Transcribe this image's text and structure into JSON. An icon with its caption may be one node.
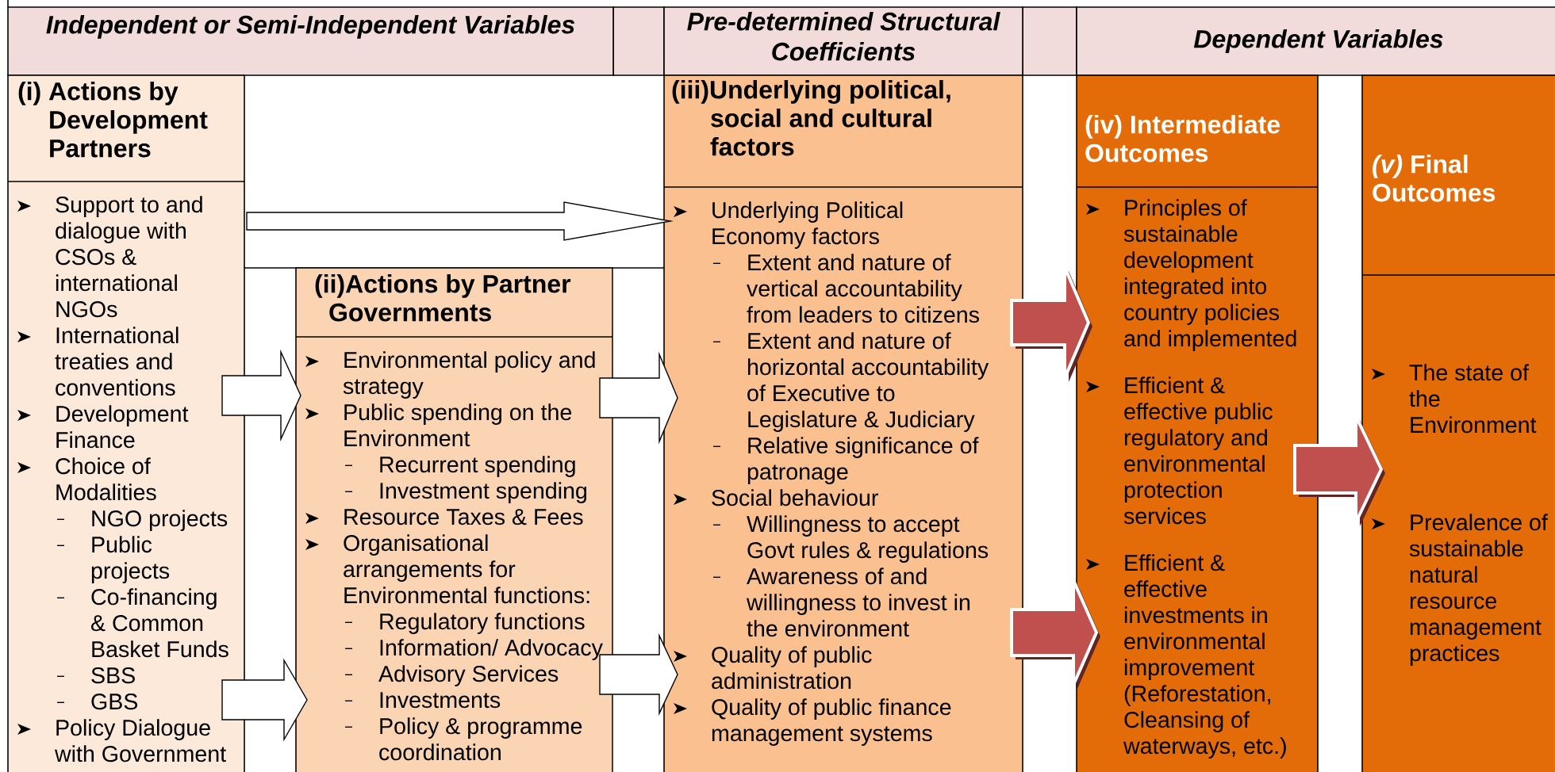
{
  "diagram": {
    "nodes": [
      {
        "text": [
          "Independent or Semi-Independent Variables"
        ]
      },
      {
        "text": [
          "Pre-determined Structural Coefficients"
        ]
      },
      {
        "text": [
          "Dependent Variables"
        ]
      },
      {
        "text": [
          "(i) Actions by Development Partners",
          "Support to and dialogue with CSOs & international NGOs",
          "International treaties and conventions",
          "Development Finance",
          "Choice of Modalities",
          "NGO projects",
          "Public projects",
          "Co-financing & Common Basket Funds",
          "SBS",
          "GBS",
          "Policy Dialogue with Government"
        ]
      },
      {
        "text": [
          "(ii)Actions by Partner Governments",
          "Environmental policy and strategy",
          "Public spending on the Environment",
          "Recurrent spending",
          "Investment spending",
          "Resource Taxes & Fees",
          "Organisational arrangements for Environmental functions:",
          "Regulatory functions",
          "Information/ Advocacy",
          "Advisory Services",
          "Investments",
          "Policy & programme coordination"
        ]
      },
      {
        "text": [
          "(iii)Underlying political, social and cultural factors",
          "Underlying Political Economy factors",
          "Extent and nature of vertical accountability from leaders to citizens",
          "Extent and nature of horizontal accountability of Executive to Legislature & Judiciary",
          "Relative significance of patronage",
          "Social behaviour",
          "Willingness to accept Govt rules & regulations",
          "Awareness of and willingness to invest in the environment",
          "Quality of public administration",
          "Quality of public finance management systems"
        ]
      },
      {
        "text": [
          "(iv) Intermediate Outcomes",
          "Principles of sustainable development integrated into country policies and implemented",
          "Efficient & effective public regulatory and environmental protection services",
          "Efficient & effective investments in environmental improvement (Reforestation, Cleansing of waterways, etc.)"
        ]
      },
      {
        "text": [
          "*(v)* Final Outcomes",
          "The state of the Environment",
          "Prevalence of sustainable natural resource management practices"
        ]
      }
    ],
    "edges": [
      {
        "from": 3,
        "to": 5,
        "arrow": "to"
      },
      {
        "from": 3,
        "to": 4,
        "arrow": "to"
      },
      {
        "from": 3,
        "to": 4,
        "arrow": "to"
      },
      {
        "from": 4,
        "to": 5,
        "arrow": "to"
      },
      {
        "from": 4,
        "to": 5,
        "arrow": "to"
      },
      {
        "from": 5,
        "to": 6,
        "arrow": "to",
        "color": "#c0504d"
      },
      {
        "from": 5,
        "to": 6,
        "arrow": "to",
        "color": "#c0504d"
      },
      {
        "from": 6,
        "to": 7,
        "arrow": "to",
        "color": "#c0504d"
      }
    ]
  }
}
